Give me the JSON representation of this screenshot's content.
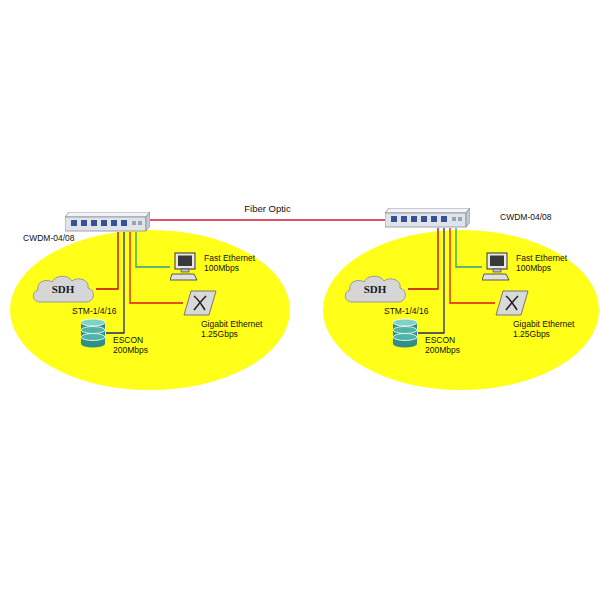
{
  "diagram": {
    "nodes": [
      {
        "text": [
          "CWDM-04/08"
        ]
      },
      {
        "text": [
          "SDH",
          "STM-1/4/16"
        ]
      },
      {
        "text": [
          "ESCON 200Mbps"
        ]
      },
      {
        "text": [
          "Fast Ethernet 100Mbps"
        ]
      },
      {
        "text": [
          "Gigabit Ethernet 1.25Gbps"
        ]
      },
      {
        "text": [
          "CWDM-04/08"
        ]
      },
      {
        "text": [
          "SDH",
          "STM-1/4/16"
        ]
      },
      {
        "text": [
          "ESCON 200Mbps"
        ]
      },
      {
        "text": [
          "Fast Ethernet 100Mbps"
        ]
      },
      {
        "text": [
          "Gigabit Ethernet 1.25Gbps"
        ]
      }
    ],
    "edges": [
      {
        "from": 0,
        "to": 5,
        "label": "Fiber Optic",
        "arrow": "none"
      },
      {
        "from": 0,
        "to": 1,
        "arrow": "none"
      },
      {
        "from": 0,
        "to": 2,
        "arrow": "none"
      },
      {
        "from": 0,
        "to": 3,
        "arrow": "none"
      },
      {
        "from": 0,
        "to": 4,
        "arrow": "none"
      },
      {
        "from": 5,
        "to": 6,
        "arrow": "none"
      },
      {
        "from": 5,
        "to": 7,
        "arrow": "none"
      },
      {
        "from": 5,
        "to": 8,
        "arrow": "none"
      },
      {
        "from": 5,
        "to": 9,
        "arrow": "none"
      }
    ]
  }
}
